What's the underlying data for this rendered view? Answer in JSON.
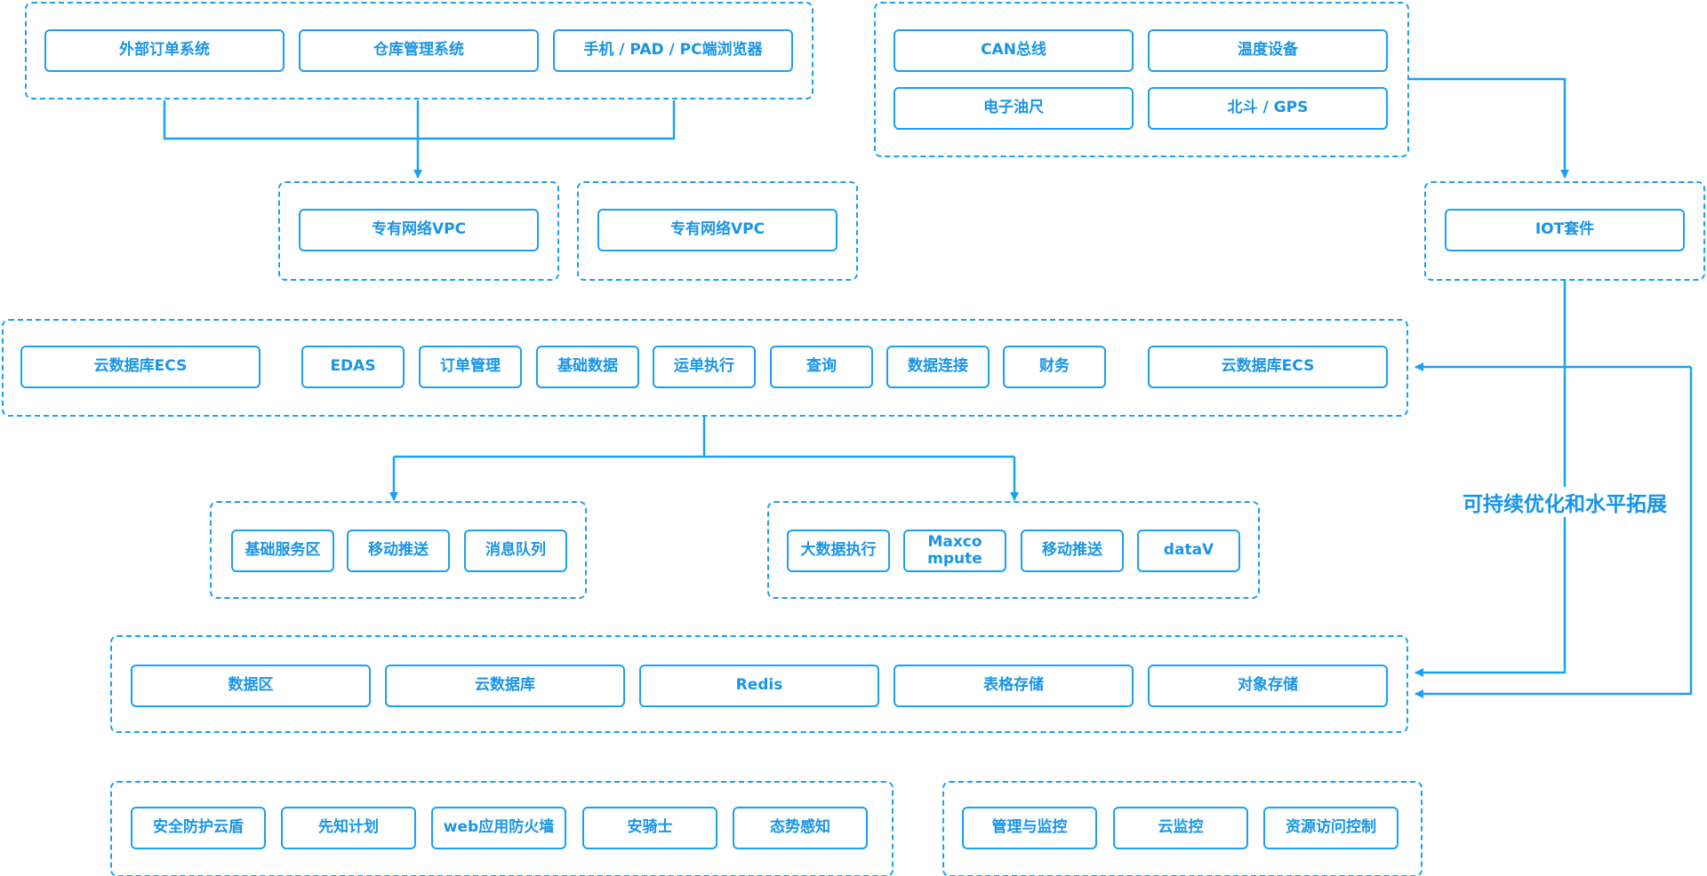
{
  "colors": {
    "accent": "#1aa1f2",
    "text": "#1a95e6",
    "background": "#ffffff"
  },
  "groups": {
    "external_systems": [
      "外部订单系统",
      "仓库管理系统",
      "手机 / PAD / PC端浏览器"
    ],
    "iot_devices": [
      "CAN总线",
      "温度设备",
      "电子油尺",
      "北斗 / GPS"
    ],
    "vpc_1": [
      "专有网络VPC"
    ],
    "vpc_2": [
      "专有网络VPC"
    ],
    "iot_suite": [
      "IOT套件"
    ],
    "app_layer": [
      "云数据库ECS",
      "EDAS",
      "订单管理",
      "基础数据",
      "运单执行",
      "查询",
      "数据连接",
      "财务",
      "云数据库ECS"
    ],
    "base_services": [
      "基础服务区",
      "移动推送",
      "消息队列"
    ],
    "big_data": [
      "大数据执行",
      "Maxco\nmpute",
      "移动推送",
      "dataV"
    ],
    "data_layer": [
      "数据区",
      "云数据库",
      "Redis",
      "表格存储",
      "对象存储"
    ],
    "security": [
      "安全防护云盾",
      "先知计划",
      "web应用防火墙",
      "安骑士",
      "态势感知"
    ],
    "management": [
      "管理与监控",
      "云监控",
      "资源访问控制"
    ]
  },
  "edge_labels": {
    "scaling": "可持续优化和水平拓展"
  }
}
